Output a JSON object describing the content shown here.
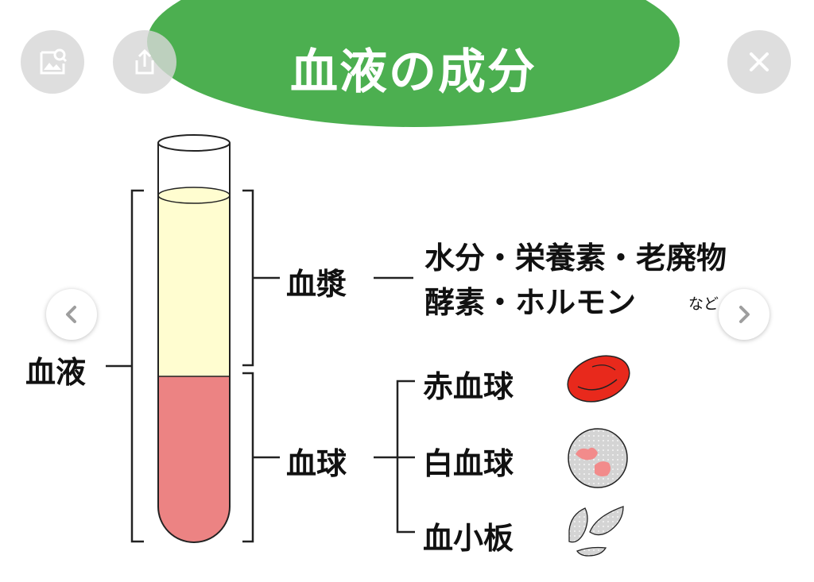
{
  "toolbar": {
    "icons": [
      "image-search-icon",
      "share-icon",
      "close-icon"
    ]
  },
  "title": "血液の成分",
  "labels": {
    "blood": "血液",
    "plasma": "血漿",
    "cells": "血球",
    "red_cells": "赤血球",
    "white_cells": "白血球",
    "platelets": "血小板"
  },
  "plasma_contents": {
    "line1": "水分・栄養素・老廃物",
    "line2": "酵素・ホルモン",
    "suffix": "など"
  },
  "colors": {
    "banner": "#4caf50",
    "plasma": "#fffdd0",
    "cells": "#ec8383",
    "red_cell": "#e8291c",
    "white_cell": "#d6d6d6",
    "white_cell_nucleus": "#f28b8b",
    "platelet": "#d6d6d6"
  }
}
